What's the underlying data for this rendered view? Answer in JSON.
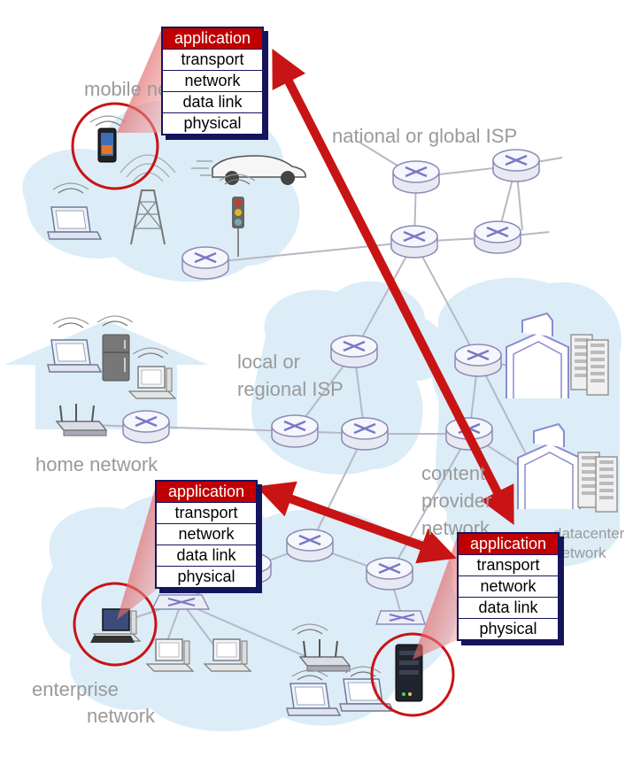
{
  "regions": {
    "mobile": "mobile network",
    "national_isp": "national or global ISP",
    "local_isp_line1": "local or",
    "local_isp_line2": "regional ISP",
    "home": "home network",
    "content_line1": "content",
    "content_line2": "provider",
    "content_line3": "network",
    "datacenter_line1": "datacenter",
    "datacenter_line2": "network",
    "enterprise_line1": "enterprise",
    "enterprise_line2": "network"
  },
  "stack_layers": [
    "application",
    "transport",
    "network",
    "data link",
    "physical"
  ],
  "colors": {
    "cloud": "#d9ecf8",
    "router_fill": "#f4f5fb",
    "router_stroke": "#8c8cb5",
    "router_x": "#7878c8",
    "link": "#b8b8c6",
    "arrow": "#c81414",
    "device_circle": "#c81414",
    "stack_application": "#c00000",
    "stack_border": "#15155e"
  },
  "icons": [
    "smartphone-icon",
    "laptop-icon",
    "cell-tower-icon",
    "car-icon",
    "traffic-light-icon",
    "refrigerator-icon",
    "desktop-computer-icon",
    "wifi-router-icon",
    "server-icon",
    "datacenter-building-icon",
    "router-icon",
    "switch-icon"
  ]
}
